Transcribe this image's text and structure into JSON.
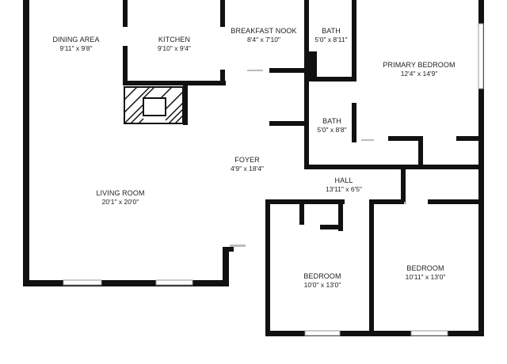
{
  "colors": {
    "wall": "#111111",
    "background": "#ffffff",
    "window": "#9a9a9a",
    "text": "#222222"
  },
  "rooms": {
    "dining_area": {
      "name": "DINING AREA",
      "dims": "9'11\" x 9'8\""
    },
    "kitchen": {
      "name": "KITCHEN",
      "dims": "9'10\" x 9'4\""
    },
    "breakfast_nook": {
      "name": "BREAKFAST NOOK",
      "dims": "8'4\" x 7'10\""
    },
    "bath_1": {
      "name": "BATH",
      "dims": "5'0\" x 8'11\""
    },
    "primary_bedroom": {
      "name": "PRIMARY BEDROOM",
      "dims": "12'4\" x 14'9\""
    },
    "bath_2": {
      "name": "BATH",
      "dims": "5'0\" x 8'8\""
    },
    "foyer": {
      "name": "FOYER",
      "dims": "4'9\" x 18'4\""
    },
    "hall": {
      "name": "HALL",
      "dims": "13'11\" x 6'5\""
    },
    "living_room": {
      "name": "LIVING ROOM",
      "dims": "20'1\" x 20'0\""
    },
    "bedroom_1": {
      "name": "BEDROOM",
      "dims": "10'0\" x 13'0\""
    },
    "bedroom_2": {
      "name": "BEDROOM",
      "dims": "10'11\" x 13'0\""
    }
  }
}
